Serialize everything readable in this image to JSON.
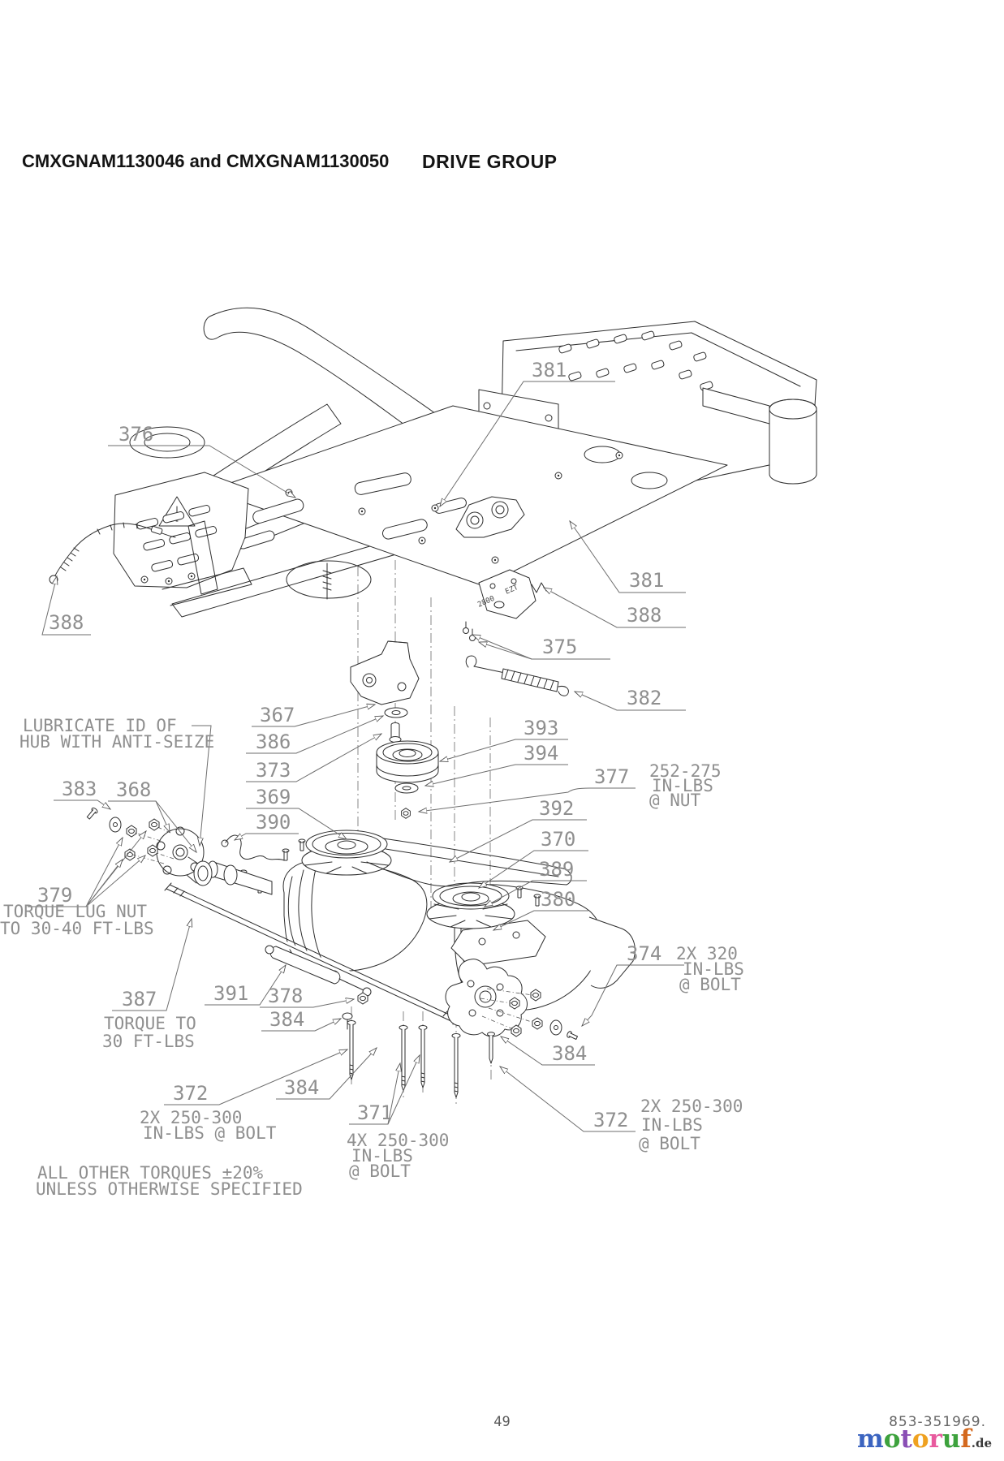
{
  "header": {
    "model_codes": "CMXGNAM1130046 and CMXGNAM1130050",
    "section_title": "DRIVE GROUP"
  },
  "callouts": {
    "c376": "376",
    "c381_top": "381",
    "c381_side": "381",
    "c388_cable": "388",
    "c388_rod": "388",
    "c375": "375",
    "c382": "382",
    "c367": "367",
    "c386": "386",
    "c373": "373",
    "c393": "393",
    "c394": "394",
    "c377": "377",
    "c369": "369",
    "c390": "390",
    "c392": "392",
    "c370": "370",
    "c389": "389",
    "c380": "380",
    "c383": "383",
    "c368": "368",
    "c379": "379",
    "c387": "387",
    "c391": "391",
    "c378": "378",
    "c384_left": "384",
    "c384_mid": "384",
    "c384_right": "384",
    "c372_left": "372",
    "c372_right": "372",
    "c371": "371",
    "c374": "374"
  },
  "notes": {
    "lubricate": [
      "LUBRICATE ID OF",
      "HUB WITH ANTI-SEIZE"
    ],
    "torque_lug": [
      "TORQUE LUG NUT",
      "TO 30-40 FT-LBS"
    ],
    "torque_30": [
      "TORQUE TO",
      "30 FT-LBS"
    ],
    "nut_252": [
      "252-275",
      "IN-LBS",
      "@ NUT"
    ],
    "bolt_320": [
      "2X 320",
      "IN-LBS",
      "@ BOLT"
    ],
    "bolt_250_left": [
      "2X 250-300",
      "IN-LBS @ BOLT"
    ],
    "bolt_250_4x": [
      "4X 250-300",
      "IN-LBS",
      "@ BOLT"
    ],
    "bolt_250_right": [
      "2X 250-300",
      "IN-LBS",
      "@ BOLT"
    ],
    "general": [
      "ALL OTHER TORQUES ±20%",
      "UNLESS OTHERWISE SPECIFIED"
    ]
  },
  "drawing_marks": {
    "ezt": "EZT",
    "model_2800": "2800"
  },
  "footer": {
    "page_number": "49",
    "doc_number": "853-351969.",
    "logo_letters": [
      {
        "ch": "m",
        "color": "#3b64c0"
      },
      {
        "ch": "o",
        "color": "#3da23d"
      },
      {
        "ch": "t",
        "color": "#8a4fb5"
      },
      {
        "ch": "o",
        "color": "#efa120"
      },
      {
        "ch": "r",
        "color": "#e85a9e"
      },
      {
        "ch": "u",
        "color": "#3da23d"
      },
      {
        "ch": "f",
        "color": "#d4691e"
      }
    ],
    "logo_suffix": ".de"
  },
  "colors": {
    "drawing_line": "#2e2e2e",
    "callout_text": "#8f8f8f"
  }
}
